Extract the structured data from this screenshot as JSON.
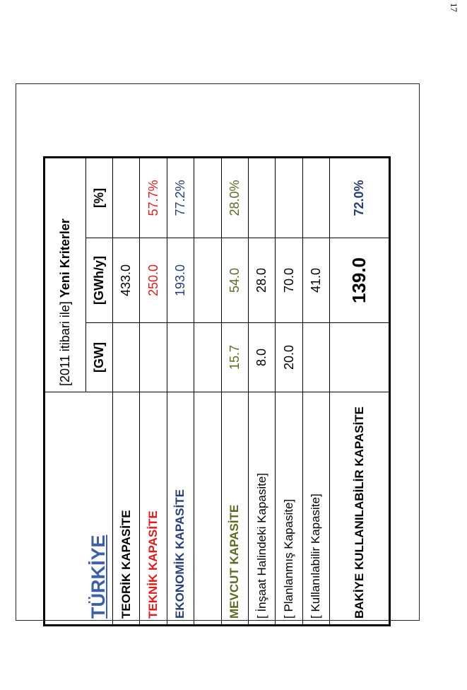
{
  "page_number": "17",
  "table": {
    "title": "TÜRKİYE",
    "criteria_prefix": "[2011 itibari ile]",
    "criteria_bold": "Yeni  Kriterler",
    "headers": {
      "gw": "[GW]",
      "gwh": "[GWh/y]",
      "pct": "[%]"
    },
    "rows": [
      {
        "label": "TEORİK KAPASİTE",
        "gw": "",
        "gwh": "433.0",
        "pct": ""
      },
      {
        "label": "TEKNİK KAPASİTE",
        "gw": "",
        "gwh": "250.0",
        "pct": "57.7%"
      },
      {
        "label": "EKONOMİK KAPASİTE",
        "gw": "",
        "gwh": "193.0",
        "pct": "77.2%"
      },
      {
        "label": "MEVCUT KAPASİTE",
        "gw": "15.7",
        "gwh": "54.0",
        "pct": "28.0%"
      },
      {
        "label": "[ İnşaat Halindeki Kapasite]",
        "gw": "8.0",
        "gwh": "28.0",
        "pct": ""
      },
      {
        "label": "[ Planlanmış Kapasite]",
        "gw": "20.0",
        "gwh": "70.0",
        "pct": ""
      },
      {
        "label": "[ Kullanılabilir Kapasite]",
        "gw": "",
        "gwh": "41.0",
        "pct": ""
      },
      {
        "label": "BAKİYE KULLANILABİLİR KAPASİTE",
        "gw": "",
        "gwh": "139.0",
        "pct": "72.0%"
      }
    ],
    "colors": {
      "title": "#3b5fa8",
      "teknik": "#e31b1b",
      "ekonomik": "#27407a",
      "mevcut": "#5b6b1e"
    }
  }
}
